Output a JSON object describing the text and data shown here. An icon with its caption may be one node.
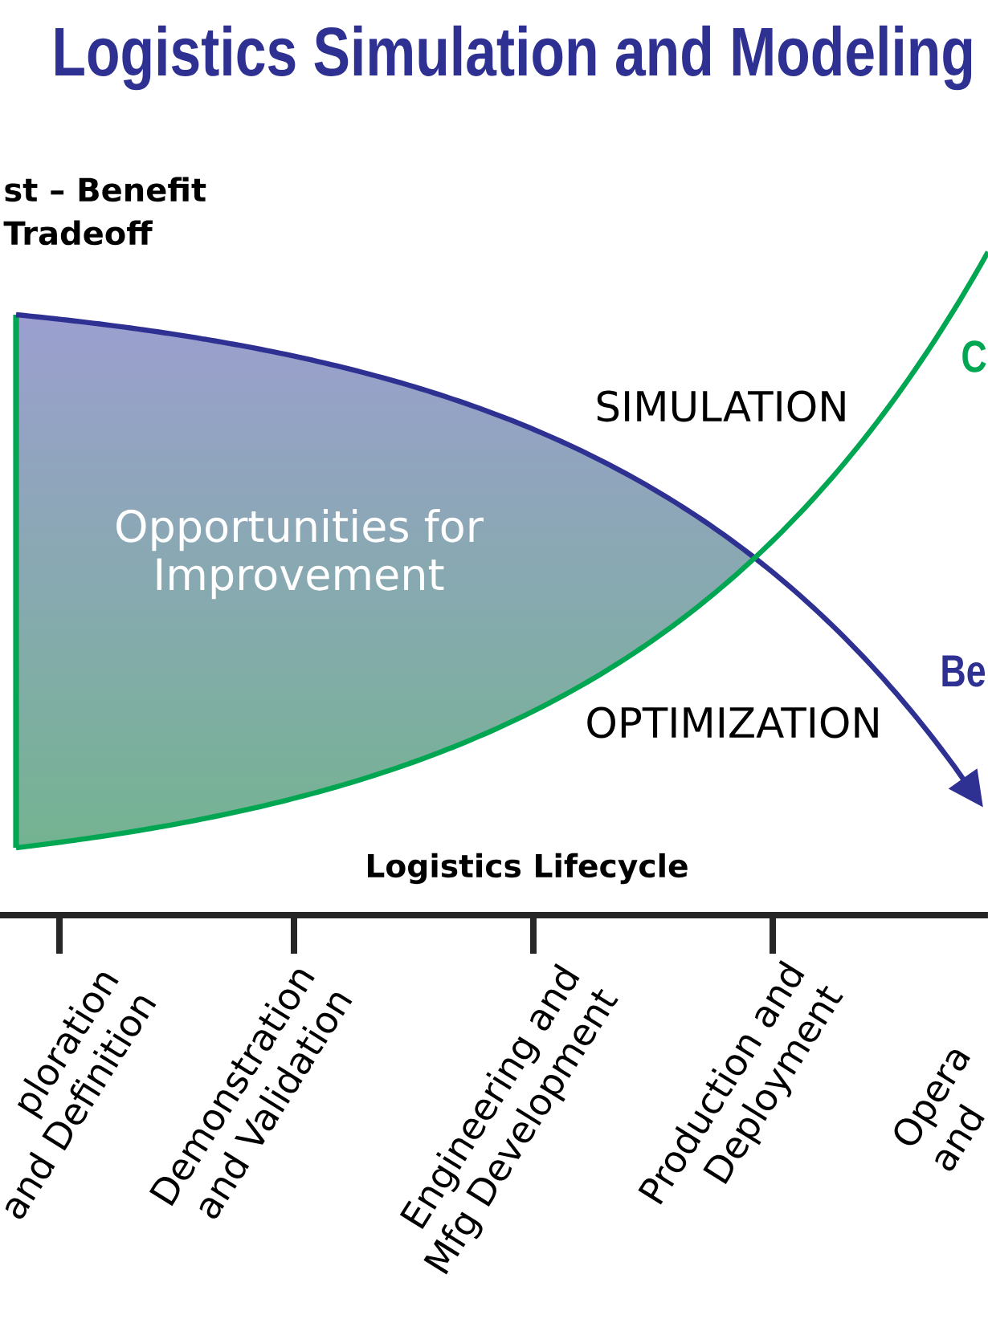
{
  "diagram": {
    "title": "Logistics Simulation and Modeling",
    "nodes": [
      {
        "text": [
          "Opportunities for Improvement"
        ]
      }
    ],
    "labels": [
      "st – Benefit Tradeoff",
      "C",
      "SIMULATION",
      "Be",
      "OPTIMIZATION",
      "Logistics Lifecycle",
      "ploration and Definition",
      "Demonstration and Validation",
      "Engineering and Mfg Development",
      "Production and Deployment",
      "Opera and"
    ]
  }
}
